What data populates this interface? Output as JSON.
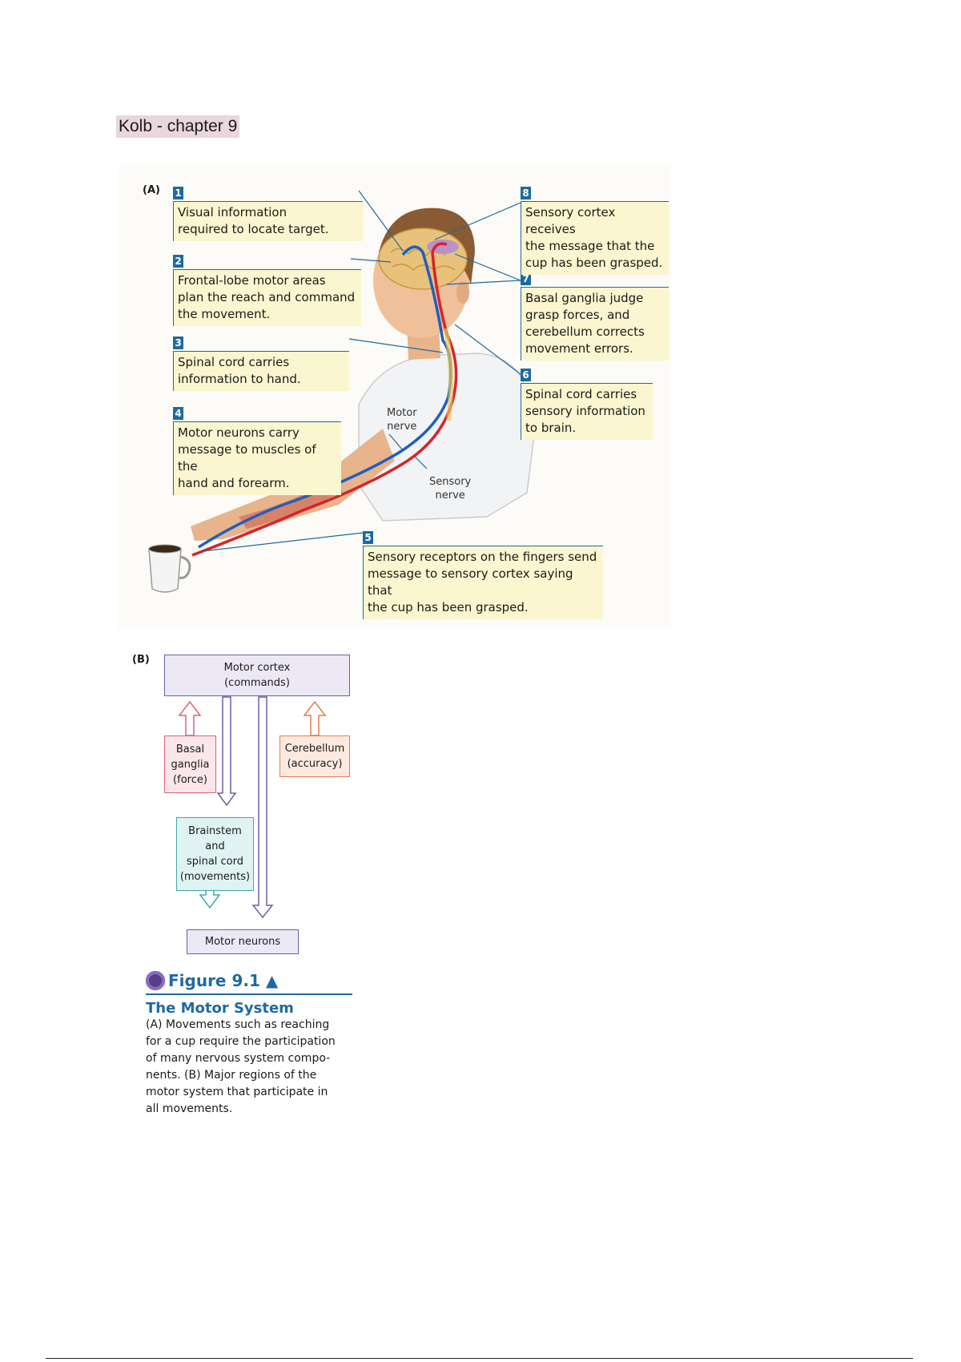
{
  "doc_title": "Kolb - chapter 9",
  "panel_a_label": "(A)",
  "panel_b_label": "(B)",
  "steps": [
    {
      "num": "1",
      "text": "Visual information\nrequired to locate target."
    },
    {
      "num": "2",
      "text": "Frontal-lobe motor areas\nplan the reach and command\nthe movement."
    },
    {
      "num": "3",
      "text": "Spinal cord carries\ninformation to hand."
    },
    {
      "num": "4",
      "text": "Motor neurons carry\nmessage to muscles of the\nhand and forearm."
    },
    {
      "num": "5",
      "text": "Sensory receptors on the fingers send\nmessage to sensory cortex saying that\nthe cup has been grasped."
    },
    {
      "num": "6",
      "text": "Spinal cord carries\nsensory information\nto brain."
    },
    {
      "num": "7",
      "text": "Basal ganglia judge\ngrasp forces, and\ncerebellum corrects\nmovement errors."
    },
    {
      "num": "8",
      "text": "Sensory cortex receives\nthe message that the\ncup has been grasped."
    }
  ],
  "nerves": {
    "motor": "Motor\nnerve",
    "sensory": "Sensory\nnerve"
  },
  "diagram": {
    "motor_cortex": "Motor cortex\n(commands)",
    "basal_ganglia": "Basal\nganglia\n(force)",
    "cerebellum": "Cerebellum\n(accuracy)",
    "brainstem": "Brainstem\nand\nspinal cord\n(movements)",
    "motor_neurons": "Motor neurons"
  },
  "caption": {
    "figure_label": "Figure 9.1 ▲",
    "title": "The Motor System",
    "text": "(A) Movements such as reaching\nfor a cup require the participation\nof many nervous system compo-\nnents. (B) Major regions of the\nmotor system that participate in\nall movements."
  },
  "colors": {
    "accent_blue": "#1e6aa0",
    "label_bg": "#fbf6cf",
    "motor_path": "#1f5fbf",
    "sensory_path": "#d8232a"
  }
}
